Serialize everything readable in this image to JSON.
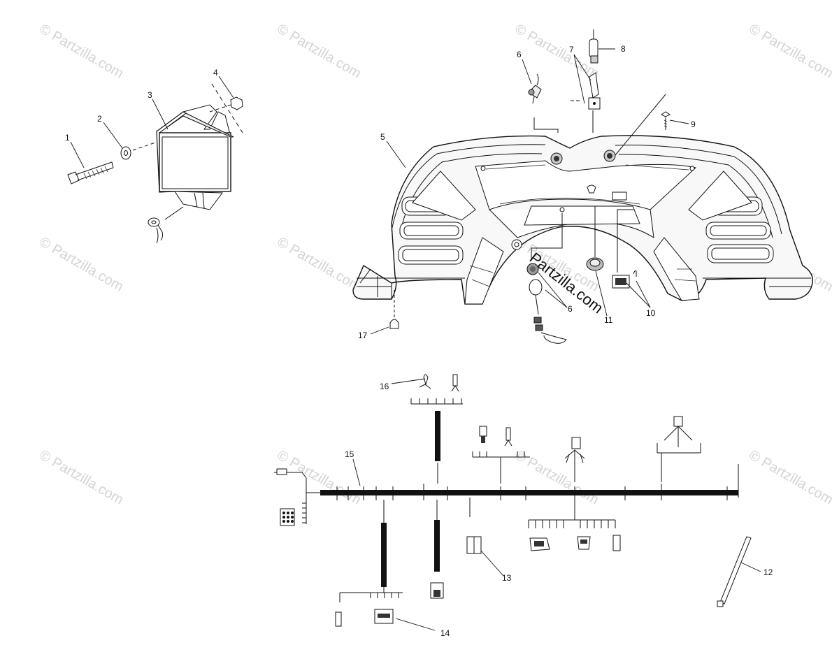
{
  "watermarks": [
    "© Partzilla.com",
    "© Partzilla.com",
    "© Partzilla.com",
    "© Partzilla.com",
    "© Partzilla.com",
    "© Partzilla.com",
    "© Partzilla.com",
    "© Partzilla.com",
    "© Partzilla.com",
    "© Partzilla.com",
    "© Partzilla.com",
    "© Partzilla.com"
  ],
  "center_watermark": "Partzilla.com",
  "callouts": {
    "c1": "1",
    "c2": "2",
    "c3": "3",
    "c4": "4",
    "c5": "5",
    "c6a": "6",
    "c6b": "6",
    "c7": "7",
    "c8": "8",
    "c9": "9",
    "c10": "10",
    "c11": "11",
    "c12": "12",
    "c13": "13",
    "c14": "14",
    "c15": "15",
    "c16": "16",
    "c17": "17"
  }
}
